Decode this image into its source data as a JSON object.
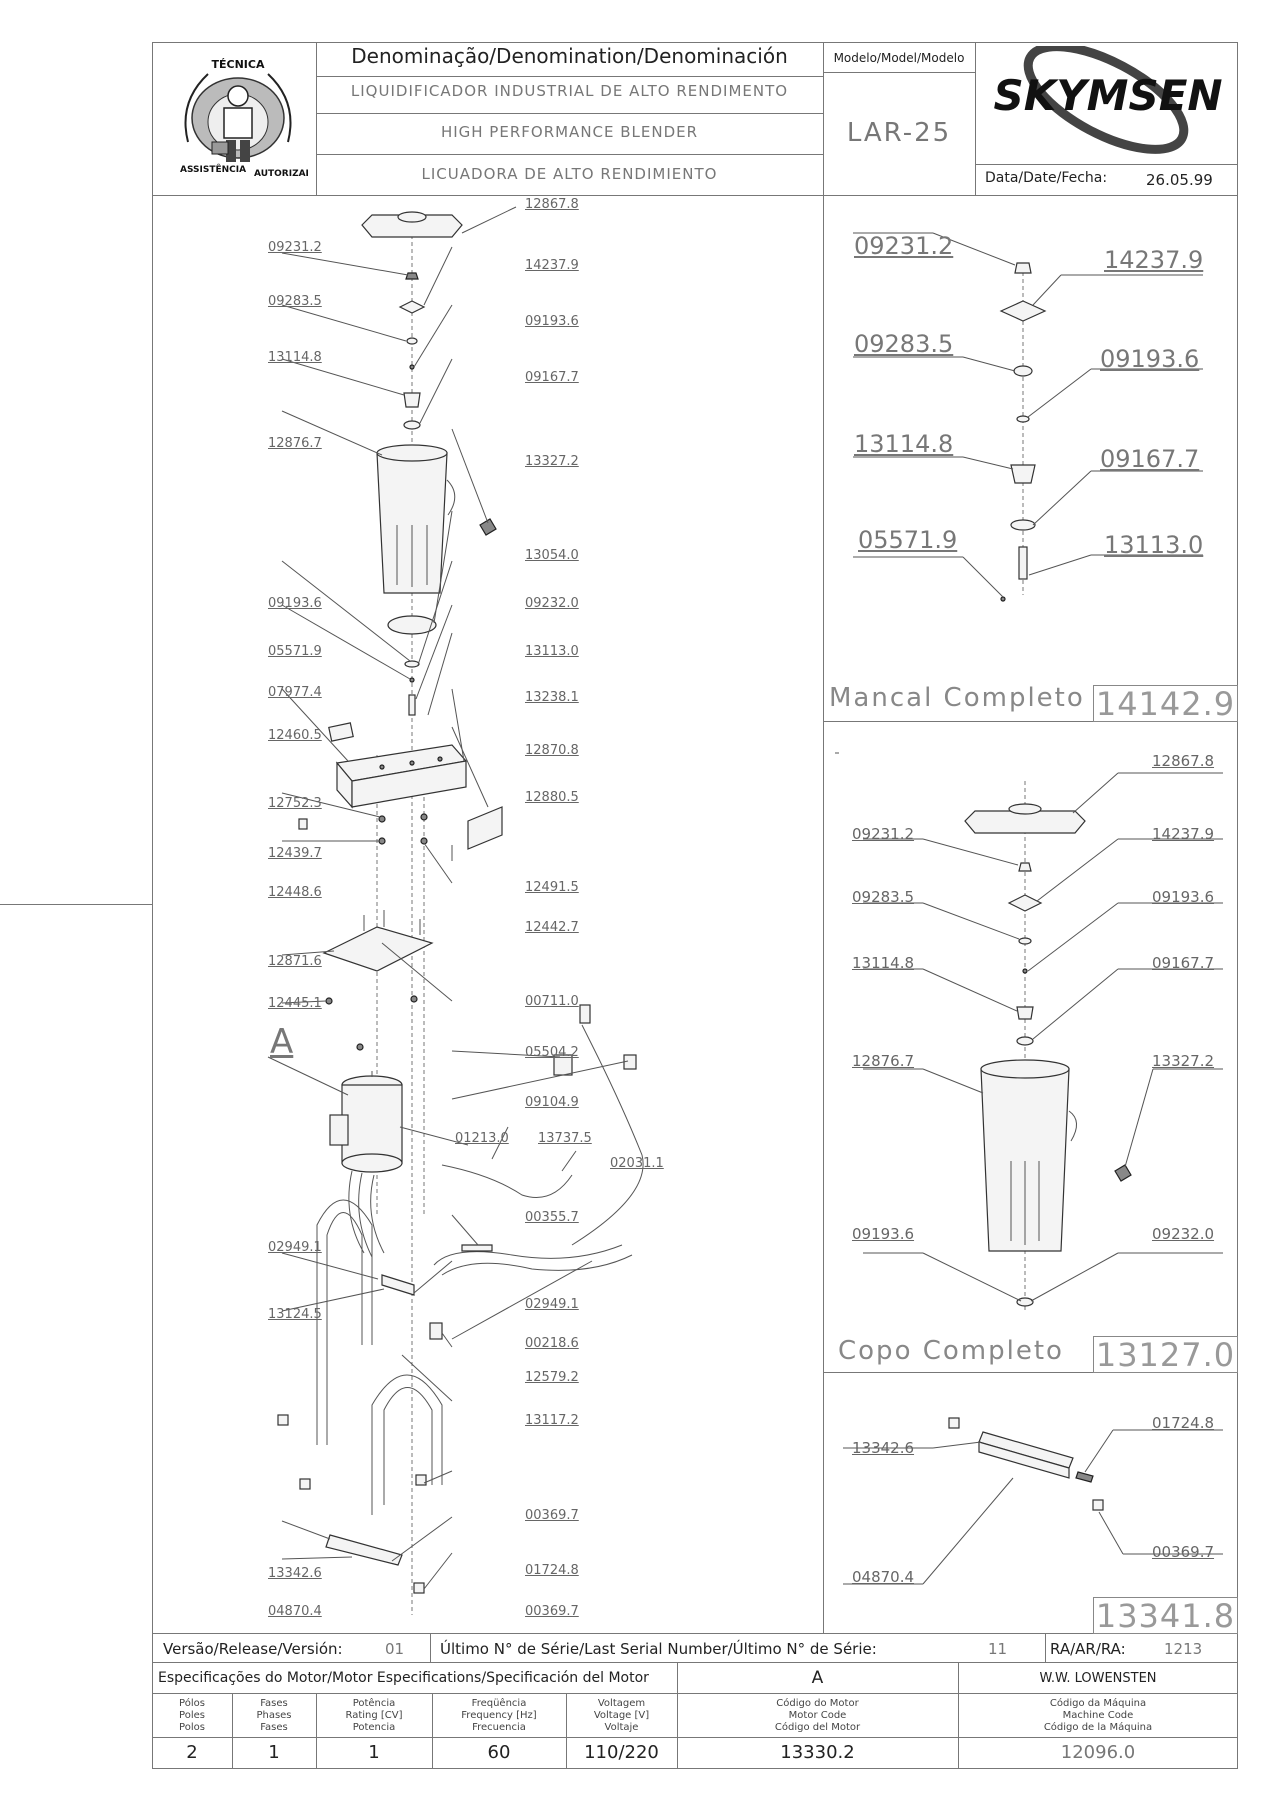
{
  "header": {
    "denomination_title": "Denominação/Denomination/Denominación",
    "model_title": "Modelo/Model/Modelo",
    "name_pt": "LIQUIDIFICADOR INDUSTRIAL DE ALTO RENDIMENTO",
    "name_en": "HIGH PERFORMANCE BLENDER",
    "name_es": "LICUADORA DE ALTO RENDIMIENTO",
    "model": "LAR-25",
    "brand": "SKYMSEN",
    "date_label": "Data/Date/Fecha:",
    "date": "26.05.99",
    "seal_text": "ASSISTÊNCIA TÉCNICA AUTORIZADA"
  },
  "main_callouts": {
    "c12867_8": "12867.8",
    "c09231_2": "09231.2",
    "c14237_9": "14237.9",
    "c09283_5": "09283.5",
    "c09193_6": "09193.6",
    "c13114_8": "13114.8",
    "c09167_7": "09167.7",
    "c12876_7": "12876.7",
    "c13327_2": "13327.2",
    "c13054_0": "13054.0",
    "c09193_6b": "09193.6",
    "c09232_0": "09232.0",
    "c05571_9": "05571.9",
    "c13113_0": "13113.0",
    "c07977_4": "07977.4",
    "c13238_1": "13238.1",
    "c12460_5": "12460.5",
    "c12870_8": "12870.8",
    "c12752_3": "12752.3",
    "c12880_5": "12880.5",
    "c12439_7": "12439.7",
    "c12491_5": "12491.5",
    "c12448_6": "12448.6",
    "c12442_7": "12442.7",
    "c12871_6": "12871.6",
    "c00711_0": "00711.0",
    "c12445_1": "12445.1",
    "cA": "A",
    "c05504_2": "05504.2",
    "c09104_9": "09104.9",
    "c01213_0": "01213.0",
    "c13737_5": "13737.5",
    "c02031_1": "02031.1",
    "c00355_7": "00355.7",
    "c02949_1": "02949.1",
    "c13124_5": "13124.5",
    "c02949_1b": "02949.1",
    "c00218_6": "00218.6",
    "c12579_2": "12579.2",
    "c13117_2": "13117.2",
    "c00369_7": "00369.7",
    "c13342_6": "13342.6",
    "c01724_8": "01724.8",
    "c04870_4": "04870.4",
    "c00369_7b": "00369.7"
  },
  "mancal_panel": {
    "title": "Mancal Completo",
    "code": "14142.9",
    "callouts": {
      "a": "09231.2",
      "b": "14237.9",
      "c": "09283.5",
      "d": "09193.6",
      "e": "13114.8",
      "f": "09167.7",
      "g": "05571.9",
      "h": "13113.0"
    }
  },
  "copo_panel": {
    "title": "Copo Completo",
    "code": "13127.0",
    "callouts": {
      "a": "12867.8",
      "b": "09231.2",
      "c": "14237.9",
      "d": "09283.5",
      "e": "09193.6",
      "f": "13114.8",
      "g": "09167.7",
      "h": "12876.7",
      "i": "13327.2",
      "j": "09193.6",
      "k": "09232.0"
    }
  },
  "base_panel": {
    "code": "13341.8",
    "callouts": {
      "a": "13342.6",
      "b": "01724.8",
      "c": "00369.7",
      "d": "04870.4"
    }
  },
  "footer": {
    "version_label": "Versão/Release/Versión:",
    "version": "01",
    "serial_label": "Último N° de Série/Last Serial Number/Último N° de Série:",
    "serial": "11",
    "ra_label": "RA/AR/RA:",
    "ra": "1213",
    "motor_spec_label": "Especificações do Motor/Motor Especifications/Specificación del Motor",
    "motor_letter": "A",
    "manufacturer": "W.W. LOWENSTEN",
    "col_poles": [
      "Pólos",
      "Poles",
      "Polos"
    ],
    "col_phases": [
      "Fases",
      "Phases",
      "Fases"
    ],
    "col_power": [
      "Potência",
      "Rating [CV]",
      "Potencia"
    ],
    "col_freq": [
      "Freqüência",
      "Frequency [Hz]",
      "Frecuencia"
    ],
    "col_voltage": [
      "Voltagem",
      "Voltage [V]",
      "Voltaje"
    ],
    "col_motor_code": [
      "Código do Motor",
      "Motor Code",
      "Código del Motor"
    ],
    "col_machine_code": [
      "Código da Máquina",
      "Machine Code",
      "Código de la Máquina"
    ],
    "poles": "2",
    "phases": "1",
    "power": "1",
    "frequency": "60",
    "voltage": "110/220",
    "motor_code": "13330.2",
    "machine_code": "12096.0"
  }
}
